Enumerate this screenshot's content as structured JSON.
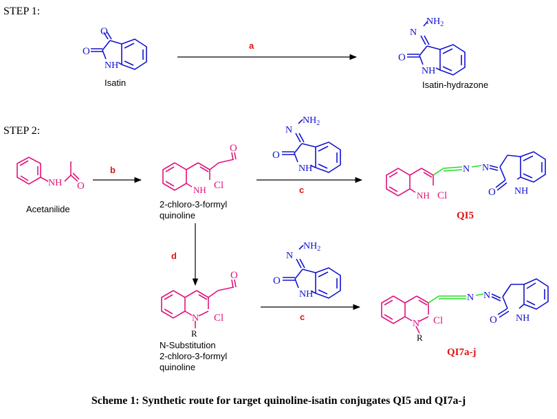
{
  "steps": {
    "step1": "STEP 1:",
    "step2": "STEP 2:"
  },
  "compounds": {
    "isatin": "Isatin",
    "isatin_hydrazone": "Isatin-hydrazone",
    "acetanilide": "Acetanilide",
    "formyl_quinoline_line1": "2-chloro-3-formyl",
    "formyl_quinoline_line2": "quinoline",
    "nsub_line1": "N-Substitution",
    "nsub_line2": "2-chloro-3-formyl",
    "nsub_line3": "quinoline",
    "qi5": "QI5",
    "qi7": "QI7a-j"
  },
  "reagents": {
    "a": "a",
    "b": "b",
    "c": "c",
    "d": "d"
  },
  "atoms": {
    "nh": "NH",
    "nh2": "NH",
    "nh2_sub": "2",
    "n": "N",
    "o": "O",
    "cl": "Cl",
    "r": "R"
  },
  "caption": "Scheme 1: Synthetic route for target quinoline-isatin conjugates QI5 and QI7a-j",
  "colors": {
    "isatin_blue": "#1010d0",
    "quinoline_pink": "#e0127a",
    "linker_green": "#22dd22",
    "label_red": "#e01010",
    "black": "#000000"
  }
}
